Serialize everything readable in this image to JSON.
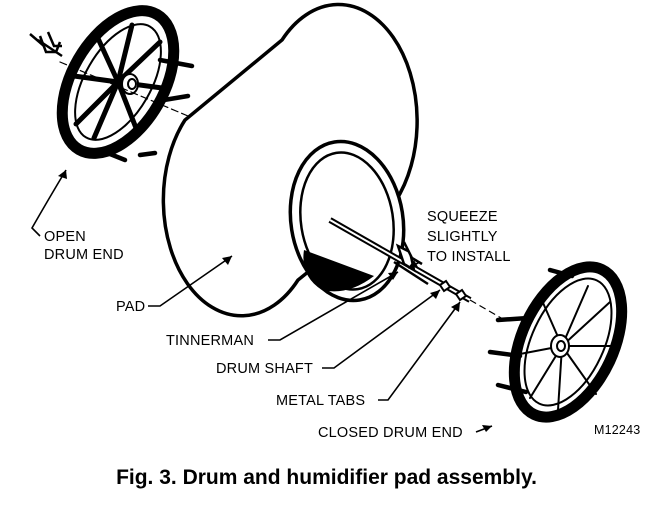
{
  "labels": {
    "open_drum_end_line1": "OPEN",
    "open_drum_end_line2": "DRUM END",
    "pad": "PAD",
    "tinnerman": "TINNERMAN",
    "drum_shaft": "DRUM SHAFT",
    "metal_tabs": "METAL TABS",
    "closed_drum_end": "CLOSED DRUM END",
    "squeeze_line1": "SQUEEZE",
    "squeeze_line2": "SLIGHTLY",
    "squeeze_line3": "TO INSTALL"
  },
  "model_code": "M12243",
  "caption": "Fig. 3. Drum and humidifier pad assembly."
}
